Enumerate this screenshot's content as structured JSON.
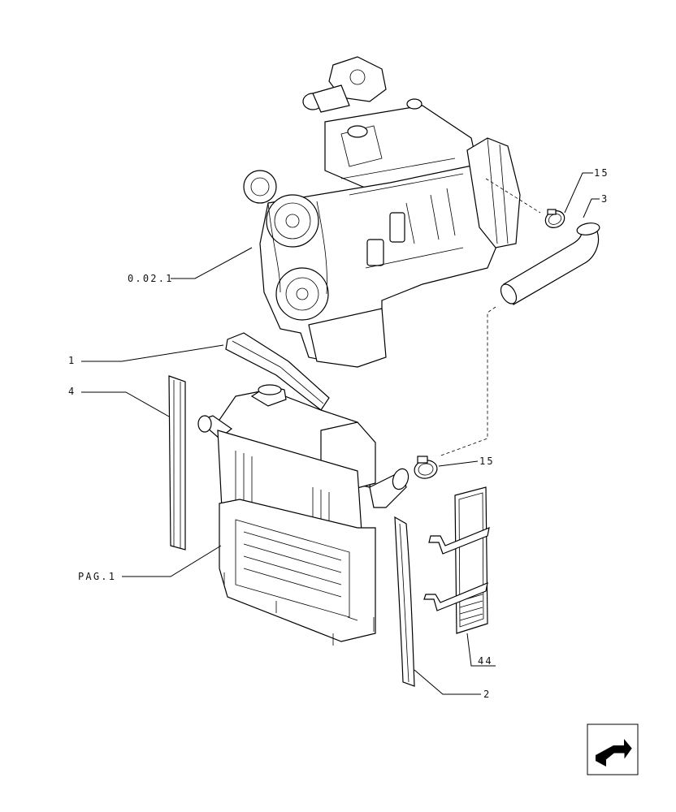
{
  "callouts": {
    "engine_ref": "0.02.1",
    "part_1": "1",
    "part_2": "2",
    "part_3": "3",
    "part_4": "4",
    "clamp_upper": "15",
    "clamp_lower": "15",
    "part_44": "44",
    "radiator_ref": "PAG.1"
  },
  "icons": {
    "nav": "next-page-arrow-icon"
  }
}
